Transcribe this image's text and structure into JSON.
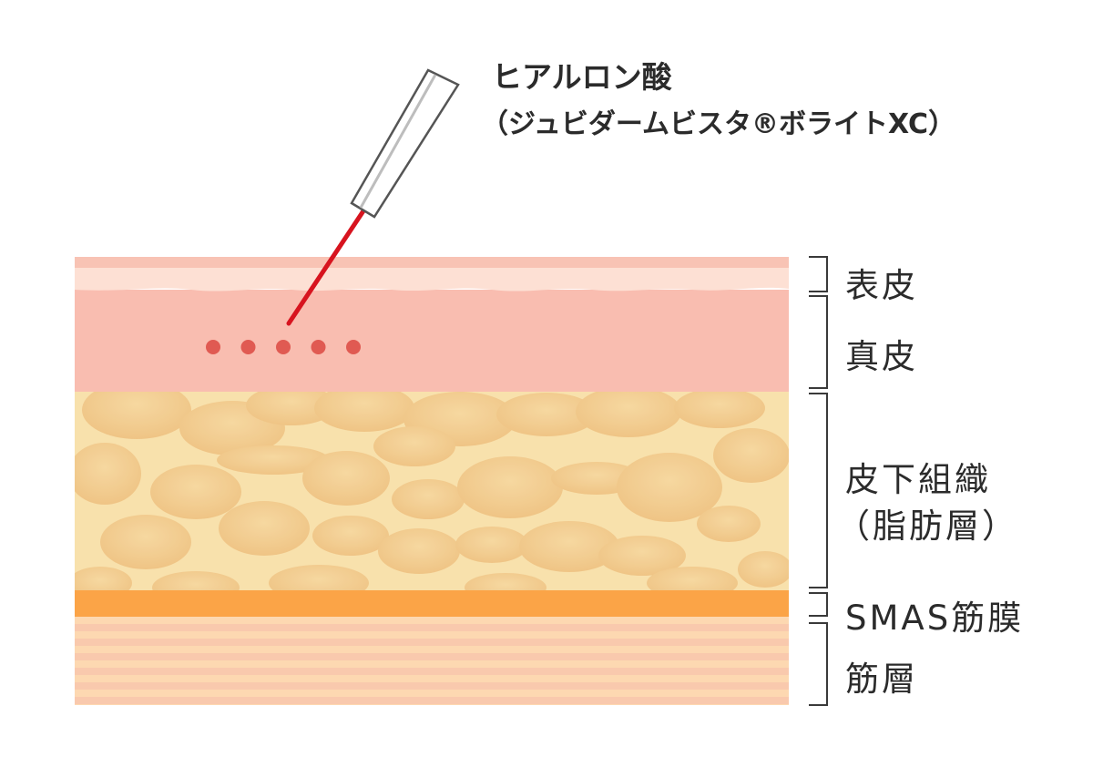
{
  "title": {
    "line1": "ヒアルロン酸",
    "line2": "（ジュビダームビスタ®ボライトXC）"
  },
  "layers": [
    {
      "key": "epidermis",
      "label": "表皮"
    },
    {
      "key": "dermis",
      "label": "真皮"
    },
    {
      "key": "subcutaneous",
      "label": "皮下組織",
      "label2": "（脂肪層）"
    },
    {
      "key": "smas",
      "label": "SMAS筋膜"
    },
    {
      "key": "muscle",
      "label": "筋層"
    }
  ],
  "colors": {
    "epidermis_top": "#f8c3b4",
    "epidermis_light": "#fde0d4",
    "dermis": "#f9bdb0",
    "fat_bg": "#f8e1ac",
    "fat_cell": "#f3cf91",
    "smas": "#fba447",
    "muscle_a": "#fdd8b1",
    "muscle_b": "#f9c9ad",
    "needle_tip": "#d7141f",
    "injection_dot": "#e05a52"
  },
  "injection_point_count": 5
}
